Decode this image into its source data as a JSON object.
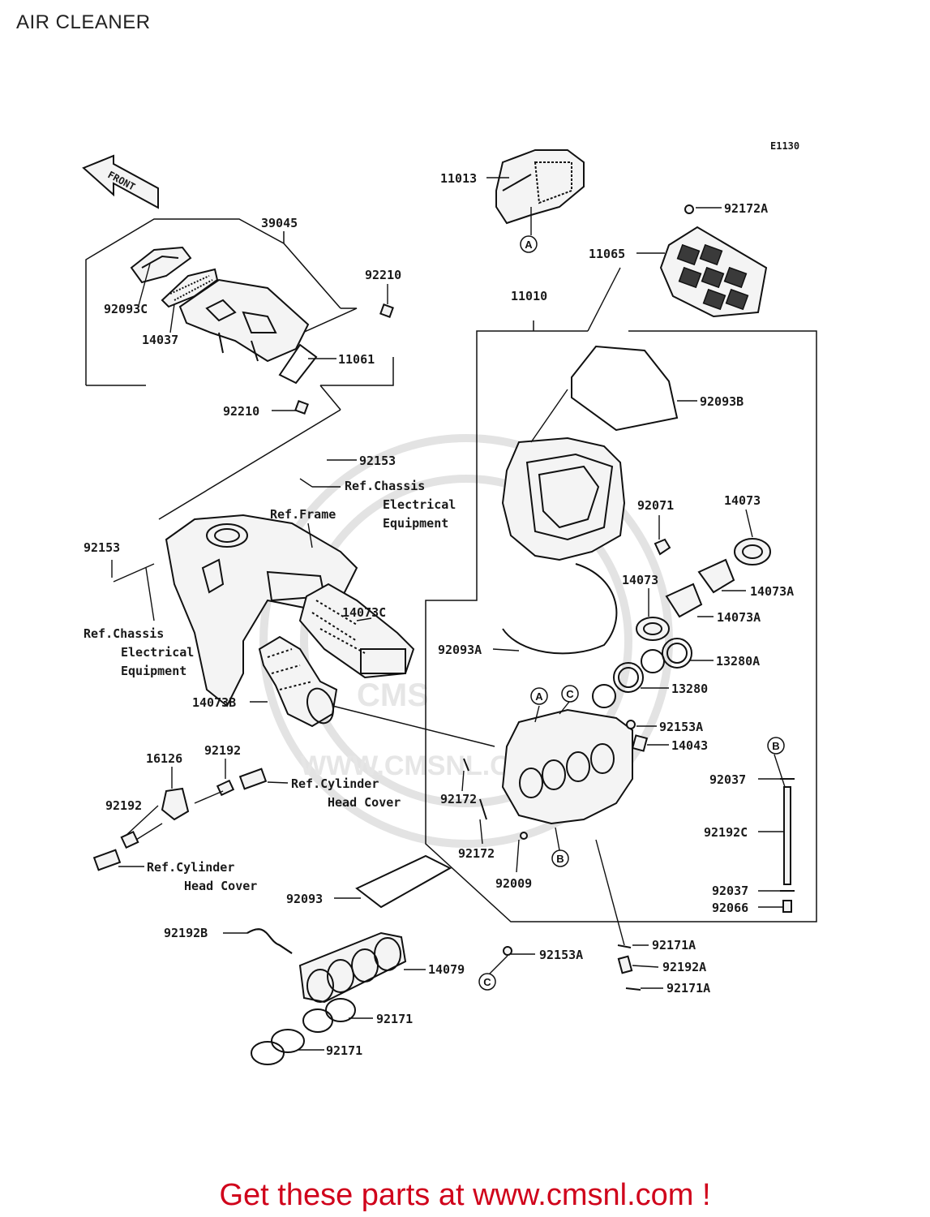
{
  "title": "AIR CLEANER",
  "diagram_code": "E1130",
  "front_label": "FRONT",
  "promo_text": "Get these parts at www.cmsnl.com !",
  "watermark_text": "WWW.CMSNL.COM",
  "watermark_logo": "CMS",
  "parts": {
    "p11013": "11013",
    "p92172A": "92172A",
    "p11065": "11065",
    "p39045": "39045",
    "p92210a": "92210",
    "p92093C": "92093C",
    "p14037": "14037",
    "p11061": "11061",
    "p92210b": "92210",
    "p11010": "11010",
    "p92093B": "92093B",
    "p92153a": "92153",
    "p92071": "92071",
    "p14073a": "14073",
    "p92153b": "92153",
    "p14073b": "14073",
    "p14073A1": "14073A",
    "p14073A2": "14073A",
    "p14073C": "14073C",
    "p13280A": "13280A",
    "p92093A": "92093A",
    "p13280": "13280",
    "p14073B": "14073B",
    "p92153A1": "92153A",
    "p14043": "14043",
    "p16126": "16126",
    "p92192a": "92192",
    "p92037a": "92037",
    "p92172a": "92172",
    "p92192b": "92192",
    "p92192C": "92192C",
    "p92172b": "92172",
    "p92009": "92009",
    "p92037b": "92037",
    "p92066": "92066",
    "p92093": "92093",
    "p92192B": "92192B",
    "p92171A1": "92171A",
    "p92153A2": "92153A",
    "p92192A": "92192A",
    "p14079": "14079",
    "p92171A2": "92171A",
    "p92171a": "92171",
    "p92171b": "92171"
  },
  "references": {
    "ref_chassis_1": "Ref.Chassis",
    "ref_electrical_1": "Electrical",
    "ref_equipment_1": "Equipment",
    "ref_frame": "Ref.Frame",
    "ref_chassis_2": "Ref.Chassis",
    "ref_electrical_2": "Electrical",
    "ref_equipment_2": "Equipment",
    "ref_cyl_1": "Ref.Cylinder",
    "ref_head_1": "Head Cover",
    "ref_cyl_2": "Ref.Cylinder",
    "ref_head_2": "Head Cover"
  },
  "markers": {
    "A": "A",
    "B": "B",
    "C": "C"
  }
}
